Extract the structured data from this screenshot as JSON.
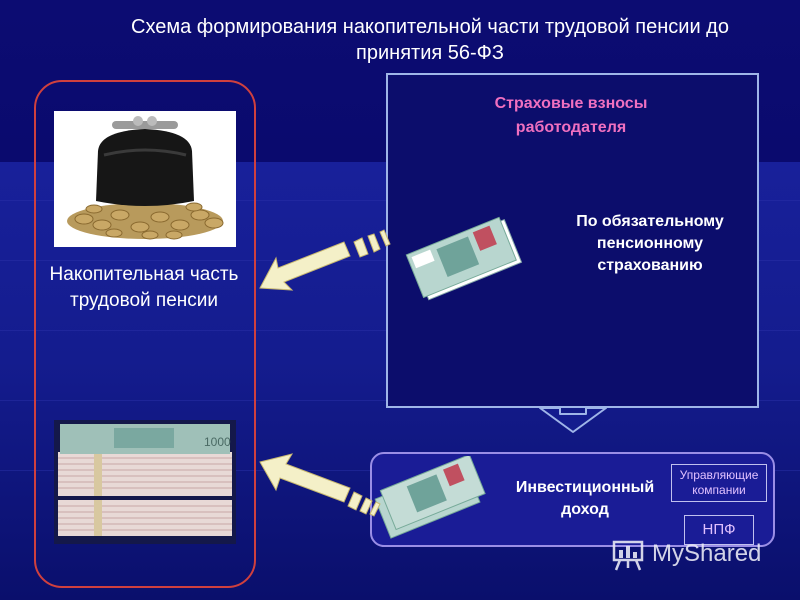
{
  "title": {
    "line1": "Схема формирования накопительной части трудовой пенсии до",
    "line2": "принятия 56-ФЗ"
  },
  "left_panel": {
    "label": "Накопительная часть трудовой пенсии",
    "images": [
      "purse-with-coins",
      "banknote-stacks"
    ]
  },
  "contributions": {
    "title": "Страховые взносы работодателя",
    "body": "По обязательному пенсионному страхованию"
  },
  "investment": {
    "label": "Инвестиционный доход",
    "managers": "Управляющие компании",
    "npf": "НПФ"
  },
  "watermark": {
    "text": "MyShared"
  },
  "colors": {
    "background": "#141c8e",
    "left_border": "#d0403e",
    "right_border": "#9fb5e8",
    "bottom_border": "#9a8ee6",
    "contrib_title": "#f070c0",
    "arrow_fill": "#f4f0c8"
  }
}
